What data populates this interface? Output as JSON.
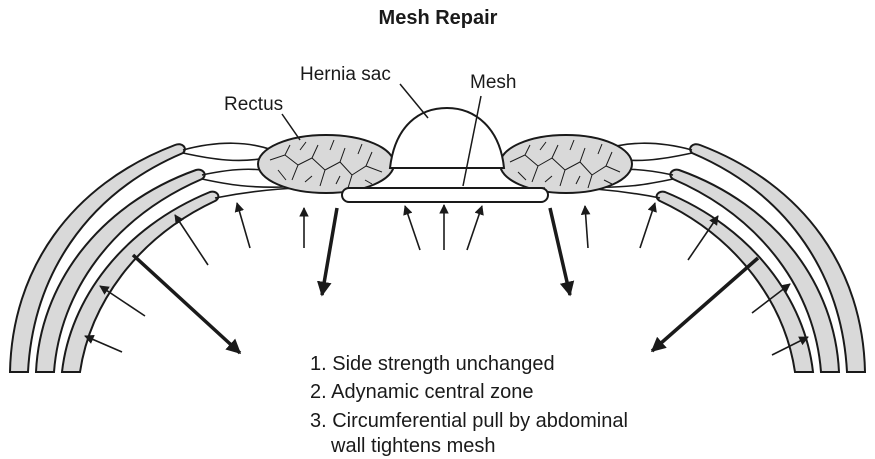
{
  "title": "Mesh Repair",
  "labels": {
    "hernia_sac": "Hernia sac",
    "rectus": "Rectus",
    "mesh": "Mesh"
  },
  "notes": [
    "1. Side strength unchanged",
    "2. Adynamic central zone",
    "3. Circumferential pull by abdominal",
    "wall tightens mesh"
  ],
  "colors": {
    "stroke": "#1a1a1a",
    "muscle_fill": "#d9d9d9",
    "background": "#ffffff"
  }
}
